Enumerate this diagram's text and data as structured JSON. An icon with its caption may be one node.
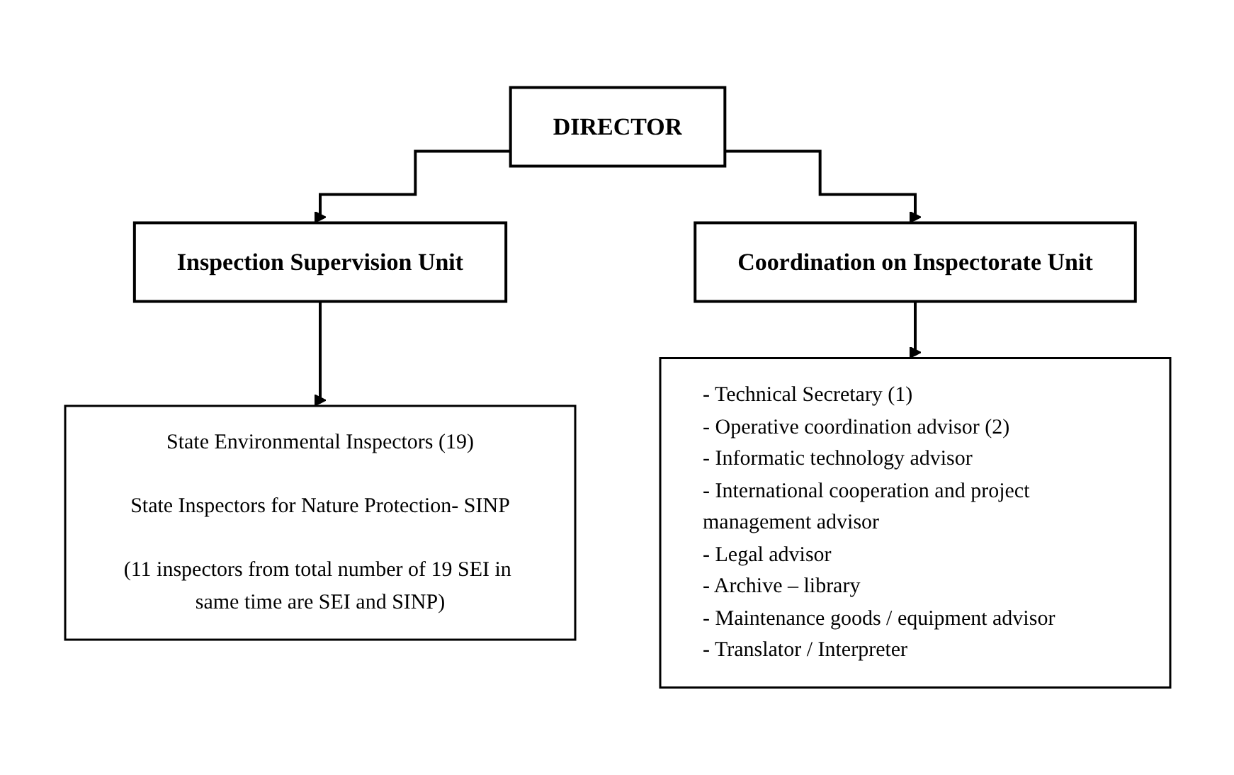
{
  "diagram": {
    "nodes": [
      {
        "text": [
          "DIRECTOR"
        ]
      },
      {
        "text": [
          "Inspection Supervision Unit"
        ]
      },
      {
        "text": [
          "Coordination on Inspectorate Unit"
        ]
      },
      {
        "text": [
          "State Environmental Inspectors (19)",
          "State Inspectors for Nature Protection- SINP",
          "(11 inspectors from total number of 19 SEI in same time are SEI and SINP)"
        ]
      },
      {
        "text": [
          "- Technical Secretary (1)",
          "- Operative coordination advisor (2)",
          "- Informatic technology advisor",
          "- International cooperation and project management advisor",
          "- Legal advisor",
          "- Archive – library",
          "- Maintenance goods / equipment advisor",
          "- Translator / Interpreter"
        ]
      }
    ],
    "edges": [
      {
        "from": 0,
        "to": 1,
        "arrow": "to"
      },
      {
        "from": 0,
        "to": 2,
        "arrow": "to"
      },
      {
        "from": 1,
        "to": 3,
        "arrow": "to"
      },
      {
        "from": 2,
        "to": 4,
        "arrow": "to"
      }
    ]
  }
}
